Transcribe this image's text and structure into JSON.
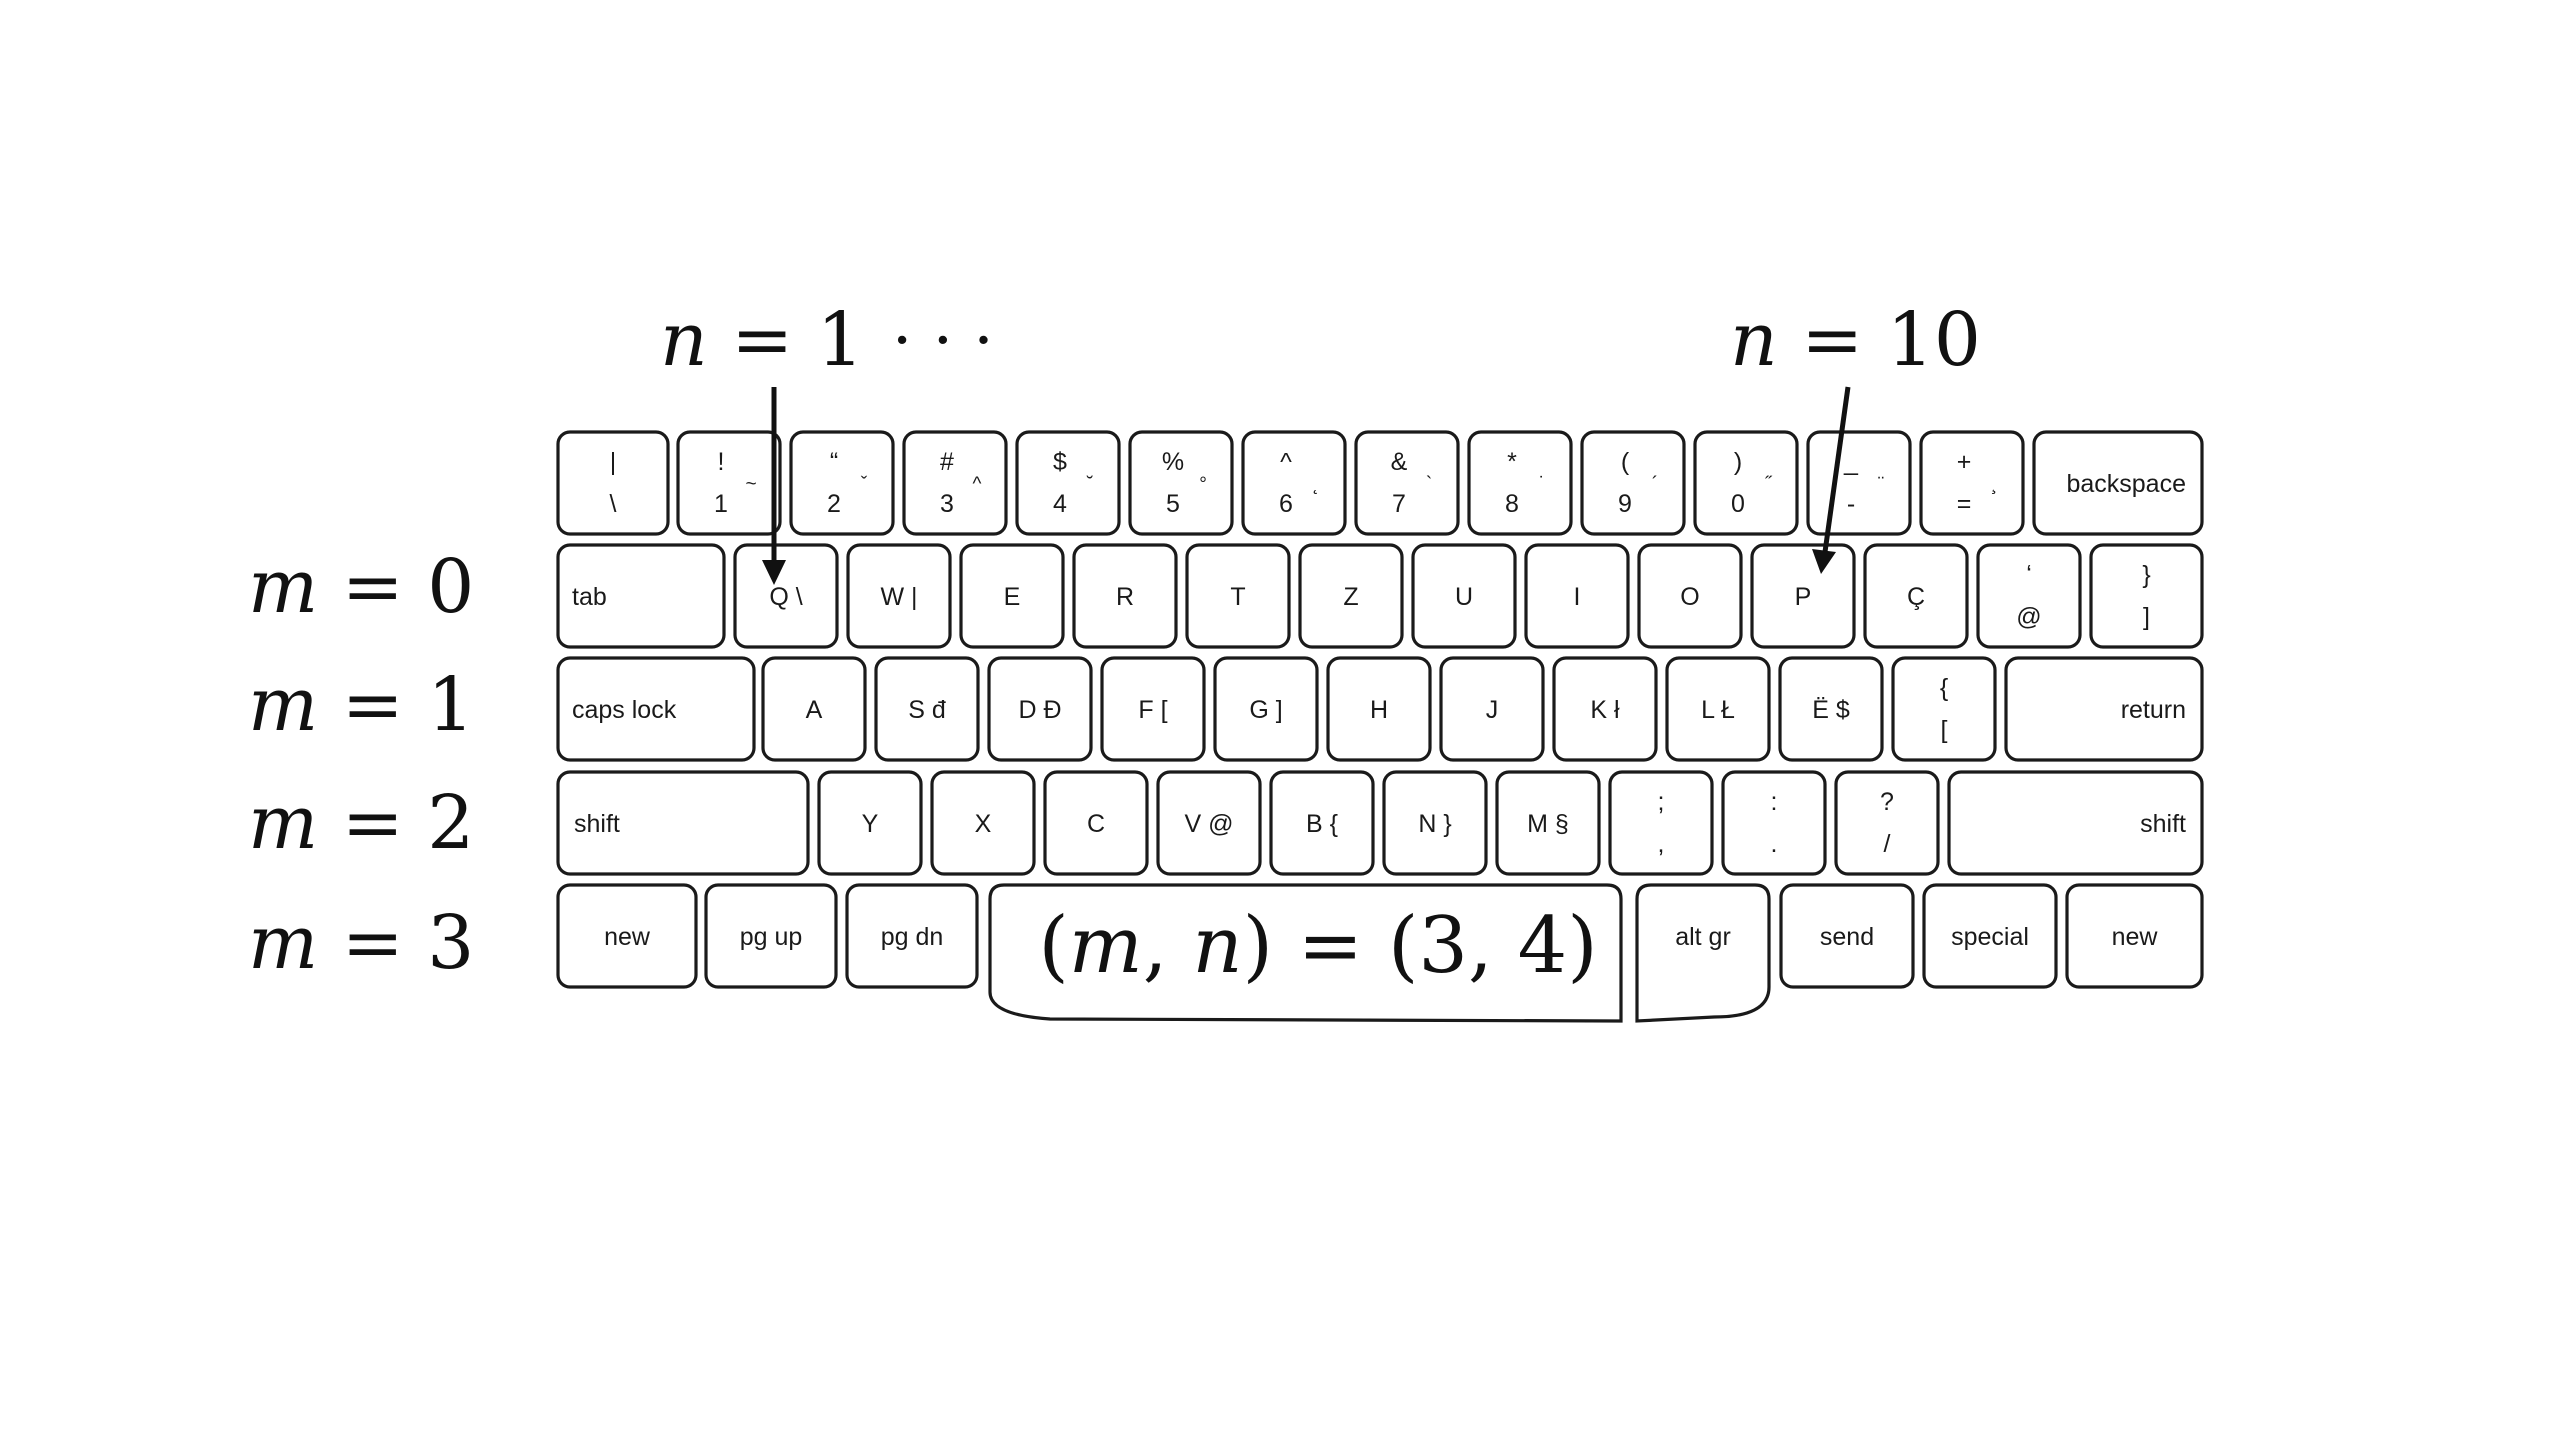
{
  "annotations": {
    "col_start": {
      "var": "n",
      "eq": " = ",
      "val": "1",
      "dots": "· · ·"
    },
    "col_end": {
      "var": "n",
      "eq": " = ",
      "val": "10"
    },
    "formula": {
      "open": "(",
      "m": "m",
      "comma": ", ",
      "n": "n",
      "mid": ") = (",
      "vals": "3, 4",
      "close": ")"
    }
  },
  "row_labels": [
    {
      "var": "m",
      "eq": " = ",
      "val": "0"
    },
    {
      "var": "m",
      "eq": " = ",
      "val": "1"
    },
    {
      "var": "m",
      "eq": " = ",
      "val": "2"
    },
    {
      "var": "m",
      "eq": " = ",
      "val": "3"
    }
  ],
  "rows": [
    [
      {
        "top": "|",
        "bottom": "\\"
      },
      {
        "top": "!",
        "bottom": "1",
        "extra": "~"
      },
      {
        "top": "“",
        "bottom": "2",
        "extra": "ˇ"
      },
      {
        "top": "#",
        "bottom": "3",
        "extra": "^"
      },
      {
        "top": "$",
        "bottom": "4",
        "extra": "˘"
      },
      {
        "top": "%",
        "bottom": "5",
        "extra": "°"
      },
      {
        "top": "^",
        "bottom": "6",
        "extra": "˛"
      },
      {
        "top": "&",
        "bottom": "7",
        "extra": "`"
      },
      {
        "top": "*",
        "bottom": "8",
        "extra": "˙"
      },
      {
        "top": "(",
        "bottom": "9",
        "extra": "´"
      },
      {
        "top": ")",
        "bottom": "0",
        "extra": "˝"
      },
      {
        "top": "_",
        "bottom": "-",
        "extra": "¨"
      },
      {
        "top": "+",
        "bottom": "=",
        "extra": "¸"
      },
      {
        "label": "backspace"
      }
    ],
    [
      {
        "label": "tab"
      },
      {
        "label": "Q \\"
      },
      {
        "label": "W |"
      },
      {
        "label": "E"
      },
      {
        "label": "R"
      },
      {
        "label": "T"
      },
      {
        "label": "Z"
      },
      {
        "label": "U"
      },
      {
        "label": "I"
      },
      {
        "label": "O"
      },
      {
        "label": "P"
      },
      {
        "label": "Ç"
      },
      {
        "top": "ʻ",
        "bottom": "@"
      },
      {
        "top": "}",
        "bottom": "]"
      }
    ],
    [
      {
        "label": "caps lock"
      },
      {
        "label": "A"
      },
      {
        "label": "S đ"
      },
      {
        "label": "D Đ"
      },
      {
        "label": "F ["
      },
      {
        "label": "G ]"
      },
      {
        "label": "H"
      },
      {
        "label": "J"
      },
      {
        "label": "K ł"
      },
      {
        "label": "L Ł"
      },
      {
        "label": "Ë $"
      },
      {
        "top": "{",
        "bottom": "["
      },
      {
        "label": "return"
      }
    ],
    [
      {
        "label": "shift"
      },
      {
        "label": "Y"
      },
      {
        "label": "X"
      },
      {
        "label": "C"
      },
      {
        "label": "V @"
      },
      {
        "label": "B {"
      },
      {
        "label": "N }"
      },
      {
        "label": "M §"
      },
      {
        "top": ";",
        "bottom": ","
      },
      {
        "top": ":",
        "bottom": "."
      },
      {
        "top": "?",
        "bottom": "/"
      },
      {
        "label": "shift"
      }
    ],
    [
      {
        "label": "new"
      },
      {
        "label": "pg up"
      },
      {
        "label": "pg dn"
      },
      {
        "label": ""
      },
      {
        "label": "alt gr"
      },
      {
        "label": "send"
      },
      {
        "label": "special"
      },
      {
        "label": "new"
      }
    ]
  ]
}
